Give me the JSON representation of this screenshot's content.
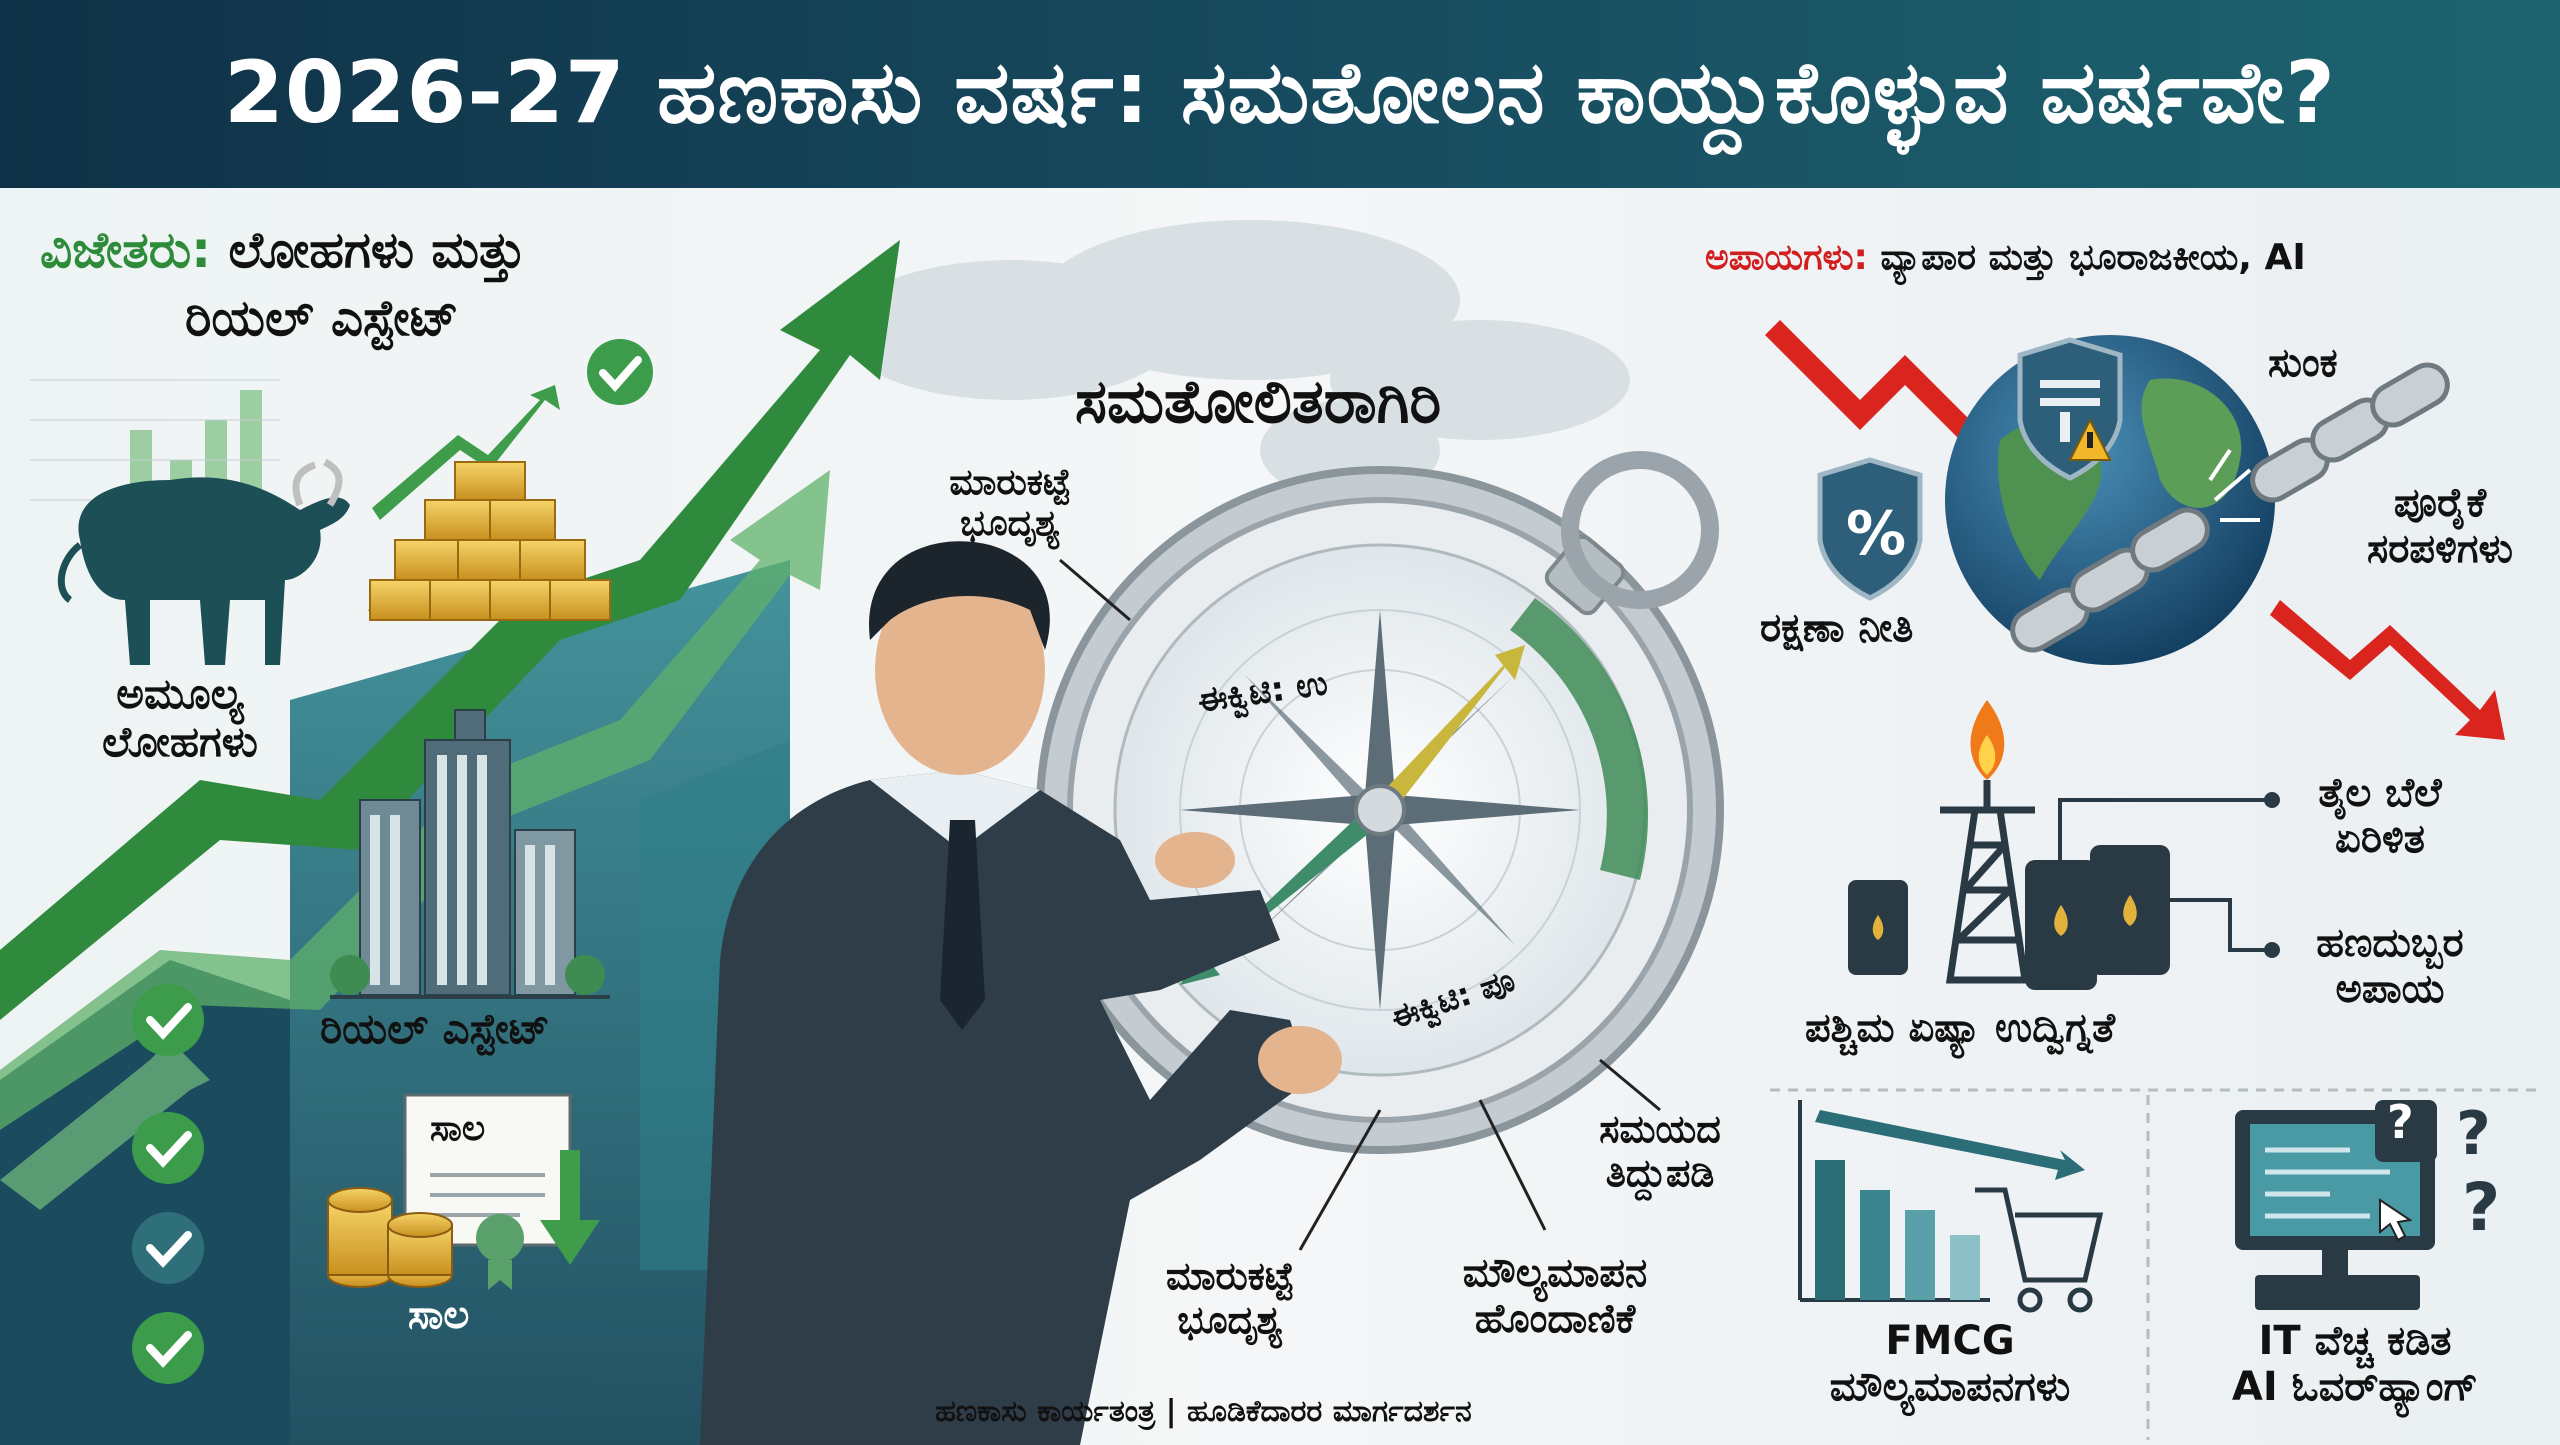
{
  "title": "2026-27 ಹಣಕಾಸು ವರ್ಷ: ಸಮತೋಲನ ಕಾಯ್ದುಕೊಳ್ಳುವ ವರ್ಷವೇ?",
  "winners": {
    "heading_prefix": "ವಿಜೇತರು:",
    "heading_line1": "ಲೋಹಗಳು ಮತ್ತು",
    "heading_line2": "ರಿಯಲ್ ಎಸ್ಟೇಟ್",
    "precious_metals_line1": "ಅಮೂಲ್ಯ",
    "precious_metals_line2": "ಲೋಹಗಳು",
    "real_estate": "ರಿಯಲ್ ಎಸ್ಟೇಟ್",
    "loan_doc": "ಸಾಲ",
    "loan": "ಸಾಲ"
  },
  "center": {
    "heading": "ಸಮತೋಲಿತರಾಗಿರಿ",
    "market_top_line1": "ಮಾರುಕಟ್ಟೆ",
    "market_top_line2": "ಭೂದೃಶ್ಯ",
    "dial_top": "ಈಕ್ವಿಟಿ: ಉ",
    "dial_bottom": "ಈಕ್ವಿಟಿ: ಪೂ",
    "market_bottom_line1": "ಮಾರುಕಟ್ಟೆ",
    "market_bottom_line2": "ಭೂದೃಶ್ಯ",
    "valuation_line1": "ಮೌಲ್ಯಮಾಪನ",
    "valuation_line2": "ಹೊಂದಾಣಿಕೆ",
    "time_line1": "ಸಮಯದ",
    "time_line2": "ತಿದ್ದುಪಡಿ",
    "footer": "ಹಣಕಾಸು ಕಾರ್ಯತಂತ್ರ | ಹೂಡಿಕೆದಾರರ ಮಾರ್ಗದರ್ಶನ"
  },
  "risks": {
    "heading_prefix": "ಅಪಾಯಗಳು:",
    "heading_rest": "ವ್ಯಾಪಾರ ಮತ್ತು ಭೂರಾಜಕೀಯ, AI",
    "tariff": "ಸುಂಕ",
    "percent_symbol": "%",
    "protection": "ರಕ್ಷಣಾ ನೀತಿ",
    "supply_line1": "ಪೂರೈಕೆ",
    "supply_line2": "ಸರಪಳಿಗಳು",
    "oil_line1": "ತೈಲ ಬೆಲೆ",
    "oil_line2": "ಏರಿಳಿತ",
    "inflation_line1": "ಹಣದುಬ್ಬರ",
    "inflation_line2": "ಅಪಾಯ",
    "west_asia": "ಪಶ್ಚಿಮ ಏಷ್ಯಾ ಉದ್ವಿಗ್ನತೆ",
    "fmcg_line1": "FMCG",
    "fmcg_line2": "ಮೌಲ್ಯಮಾಪನಗಳು",
    "it_line1": "IT ವೆಚ್ಚ ಕಡಿತ",
    "it_line2": "AI ಓವರ್‌ಹ್ಯಾಂಗ್",
    "question_mark": "?"
  },
  "colors": {
    "header": "#174a5e",
    "up_green": "#3e9c4a",
    "teal": "#2c6e78",
    "risk_red": "#d11f1f",
    "gold": "#e3b23c"
  }
}
